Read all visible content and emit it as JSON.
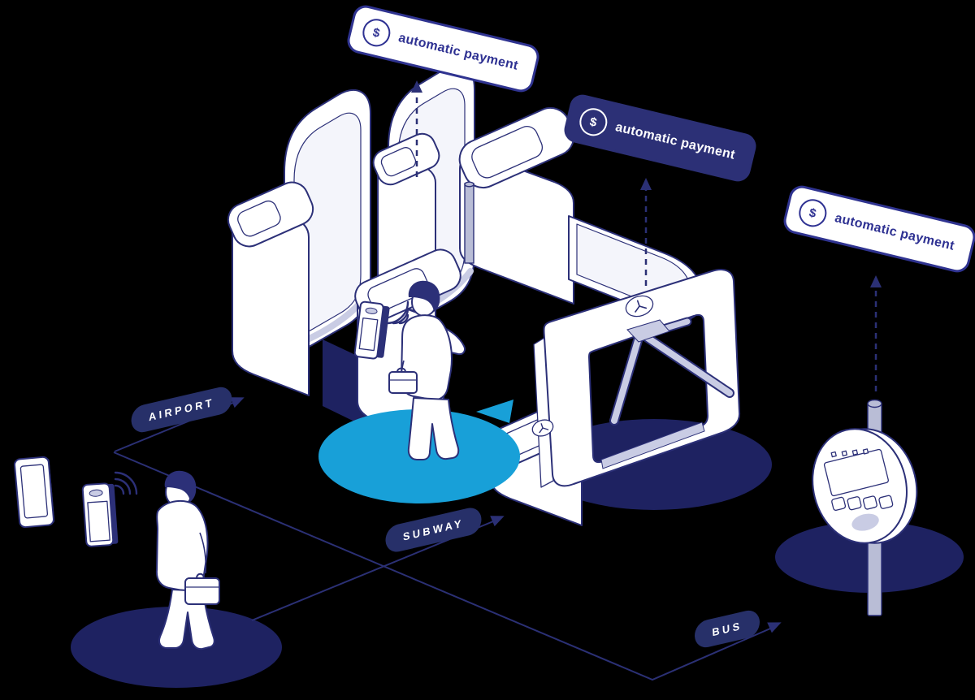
{
  "scene": {
    "background": "#000000",
    "palette": {
      "navy_outline": "#2c3078",
      "navy_fill": "#2c3076",
      "deep_navy_shadow": "#1e2261",
      "pill_navy": "#273069",
      "badge_border": "#2f3390",
      "badge_text": "#2e3192",
      "accent_blue": "#18a0d8",
      "lavender": "#c9cce4",
      "pole_gray": "#b9bdd6",
      "white": "#ffffff"
    }
  },
  "badges": [
    {
      "id": "gates-payment",
      "label": "automatic payment",
      "icon": "dollar-circle-icon",
      "icon_char": "$",
      "variant": "light"
    },
    {
      "id": "turnstile-payment",
      "label": "automatic payment",
      "icon": "dollar-circle-icon",
      "icon_char": "$",
      "variant": "dark"
    },
    {
      "id": "bus-payment",
      "label": "automatic payment",
      "icon": "dollar-circle-icon",
      "icon_char": "$",
      "variant": "light"
    }
  ],
  "routes": [
    {
      "id": "airport",
      "label": "AIRPORT"
    },
    {
      "id": "subway",
      "label": "SUBWAY"
    },
    {
      "id": "bus",
      "label": "BUS"
    }
  ]
}
